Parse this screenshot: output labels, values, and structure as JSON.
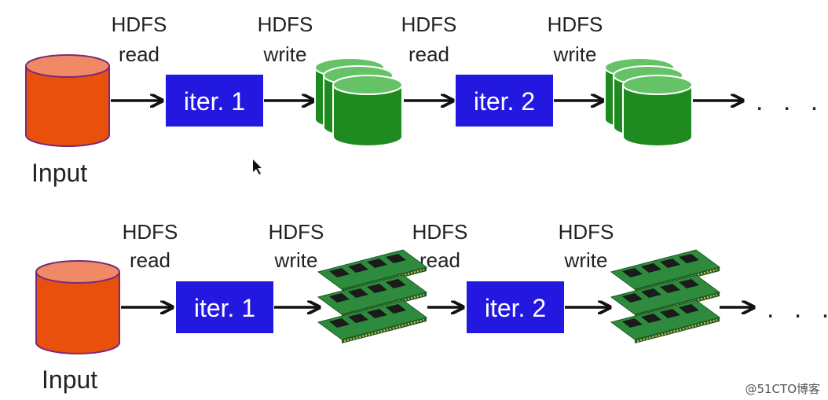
{
  "rows": {
    "top": {
      "input_label": "Input",
      "stage1": {
        "line1": "HDFS",
        "line2": "read"
      },
      "iter1": "iter. 1",
      "stage2": {
        "line1": "HDFS",
        "line2": "write"
      },
      "stage3": {
        "line1": "HDFS",
        "line2": "read"
      },
      "iter2": "iter. 2",
      "stage4": {
        "line1": "HDFS",
        "line2": "write"
      },
      "ellipsis": ". . ."
    },
    "bottom": {
      "input_label": "Input",
      "stage1": {
        "line1": "HDFS",
        "line2": "read"
      },
      "iter1": "iter. 1",
      "stage2": {
        "line1": "HDFS",
        "line2": "write"
      },
      "stage3": {
        "line1": "HDFS",
        "line2": "read"
      },
      "iter2": "iter. 2",
      "stage4": {
        "line1": "HDFS",
        "line2": "write"
      },
      "ellipsis": ". . ."
    }
  },
  "watermark": "@51CTO博客",
  "colors": {
    "input_disk": "#e8500b",
    "input_disk_top": "#f08a66",
    "iter_box": "#2318e0",
    "storage_disk": "#1f8a1f",
    "storage_disk_top": "#66c266",
    "ram_board": "#2e8b3e",
    "arrow": "#111111"
  },
  "icons": {
    "input": "cylinder-disk-icon",
    "storage": "stacked-disks-icon",
    "memory": "ram-module-icon",
    "cursor": "mouse-pointer-icon"
  }
}
